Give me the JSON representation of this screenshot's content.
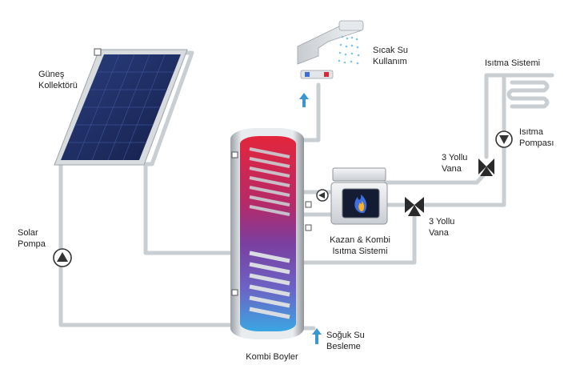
{
  "labels": {
    "collector": [
      "Güneş",
      "Kollektörü"
    ],
    "solar_pump": [
      "Solar",
      "Pompa"
    ],
    "hot_water": [
      "Sıcak Su",
      "Kullanım"
    ],
    "heating_system": "Isıtma Sistemi",
    "heating_pump": [
      "Isıtma",
      "Pompası"
    ],
    "valve_upper": [
      "3 Yollu",
      "Vana"
    ],
    "valve_lower": [
      "3 Yollu",
      "Vana"
    ],
    "boiler_unit": [
      "Kazan & Kombi",
      "Isıtma Sistemi"
    ],
    "cold_water": [
      "Soğuk Su",
      "Besleme"
    ],
    "tank": "Kombi Boyler"
  },
  "colors": {
    "pipe": "#c9ced3",
    "pipe_edge": "#a9afb5",
    "panel": "#1c2d63",
    "tank_hot": "#d8283a",
    "tank_mid": "#7a3fa0",
    "tank_cold": "#3a9bd8",
    "arrow": "#3b97d3",
    "flame": "#3f6fe0"
  }
}
